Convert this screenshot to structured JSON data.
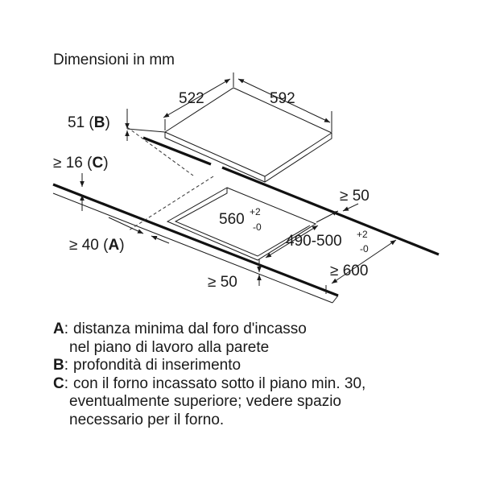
{
  "title": "Dimensioni in mm",
  "dimensions": {
    "hob_depth": "522",
    "hob_width": "592",
    "insertion_depth": "51 (",
    "insertion_depth_key": "B",
    "insertion_depth_close": ")",
    "min_below": "≥ 16 (",
    "min_below_key": "C",
    "min_below_close": ")",
    "cutout_width": "560",
    "cutout_width_tol_plus": "+2",
    "cutout_width_tol_minus": "-0",
    "cutout_depth": "490-500",
    "cutout_depth_tol_plus": "+2",
    "cutout_depth_tol_minus": "-0",
    "wall_distance": "≥ 40 (",
    "wall_distance_key": "A",
    "wall_distance_close": ")",
    "side_min": "≥ 50",
    "front_min": "≥ 50",
    "worktop_depth": "≥ 600"
  },
  "legend": [
    {
      "key": "A",
      "lines": [
        "distanza minima dal foro d'incasso",
        "nel piano di lavoro alla parete"
      ]
    },
    {
      "key": "B",
      "lines": [
        "profondità di inserimento"
      ]
    },
    {
      "key": "C",
      "lines": [
        "con il forno incassato sotto il piano min. 30,",
        "eventualmente superiore; vedere spazio",
        "necessario per il forno."
      ]
    }
  ]
}
